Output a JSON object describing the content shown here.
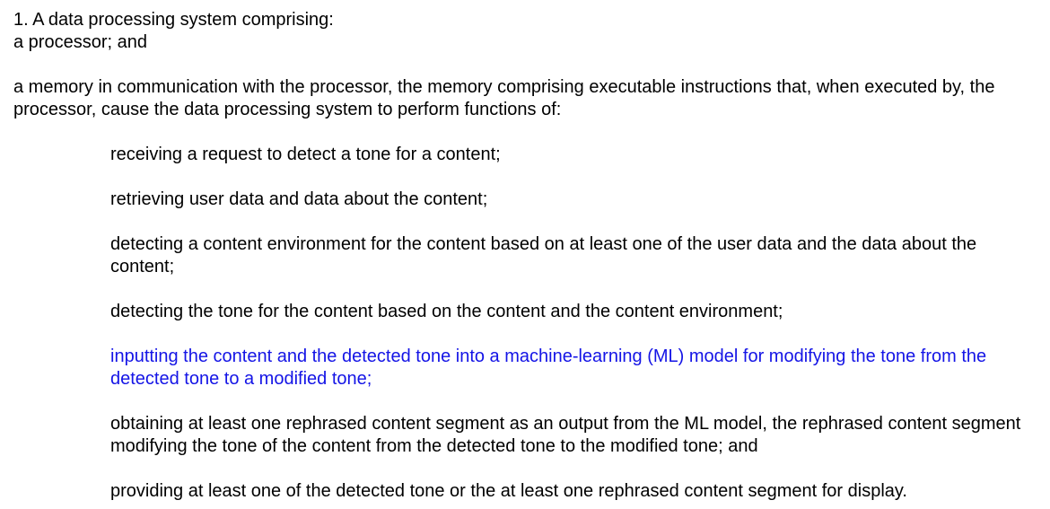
{
  "claim": {
    "heading": "1. A data processing system comprising:",
    "processor_line": "a processor; and",
    "memory_paragraph": "a memory in communication with the processor, the memory comprising executable instructions that, when executed by, the processor, cause the data processing system to perform functions of:",
    "steps": [
      {
        "text": "receiving a request to detect a tone for a content;"
      },
      {
        "text": "retrieving user data and data about the content;"
      },
      {
        "text": "detecting a content environment for the content based on at least one of the user data and the data about the content;"
      },
      {
        "text": "detecting the tone for the content based on the content and the content environment;"
      },
      {
        "text": "inputting the content and the detected tone into a machine-learning (ML) model for modifying the tone from the detected tone to a modified tone;"
      },
      {
        "text": "obtaining at least one rephrased content segment as an output from the ML model, the rephrased content segment modifying the tone of the content from the detected tone to the modified tone; and"
      },
      {
        "text": "providing at least one of the detected tone or the at least one rephrased content segment for display."
      }
    ]
  },
  "colors": {
    "text": "#000000",
    "highlight": "#1414e6",
    "background": "#ffffff"
  }
}
